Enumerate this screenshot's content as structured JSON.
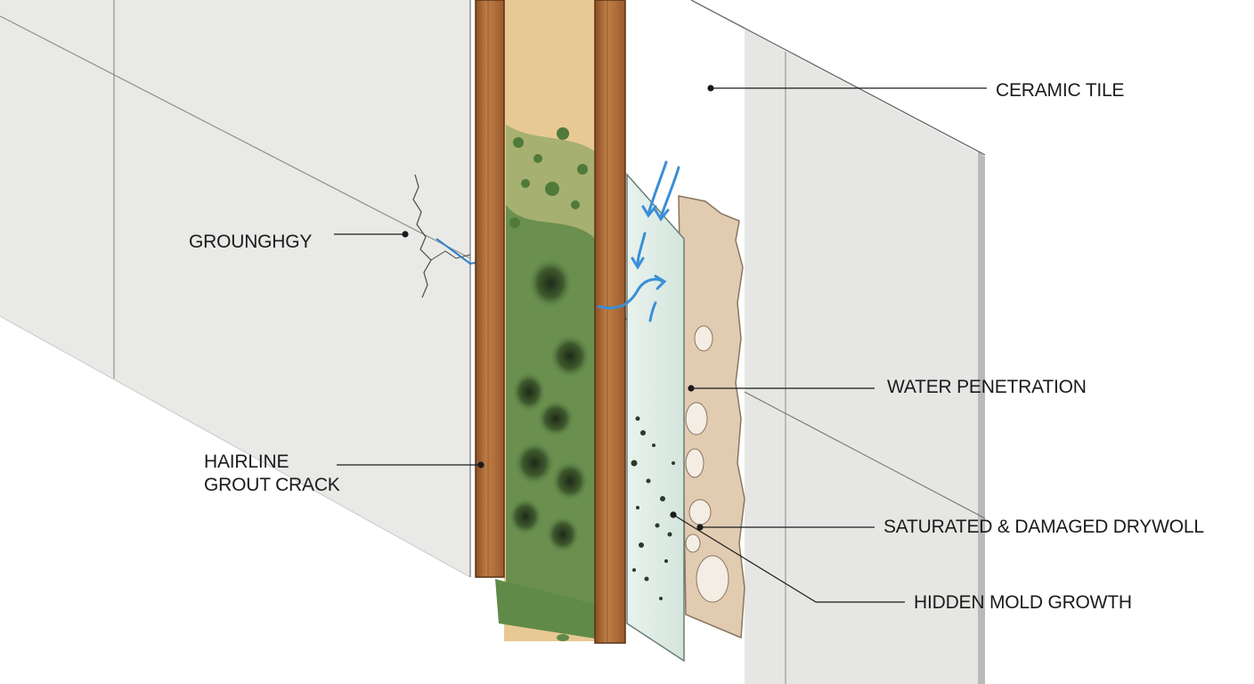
{
  "labels": {
    "ceramic_tile": "CERAMIC TILE",
    "groung": "GROUNGHGY",
    "water_penetration": "WATER PENETRATION",
    "hairline_line1": "HAIRLINE",
    "hairline_line2": "GROUT CRACK",
    "drywall": "SATURATED & DAMAGED DRYWOLL",
    "mold": "HIDDEN MOLD GROWTH"
  },
  "colors": {
    "tile": "#e6e7e4",
    "tile_edge": "#9a9c99",
    "wood": "#b06f3c",
    "wood_dark": "#6e3f1c",
    "cavity": "#e8c993",
    "mold_green": "#5f8a48",
    "mold_dark": "#2f3e22",
    "board": "#dce9e3",
    "drywall": "#e1ccb2",
    "water": "#3a8fd8",
    "leader": "#1b1b1b"
  }
}
